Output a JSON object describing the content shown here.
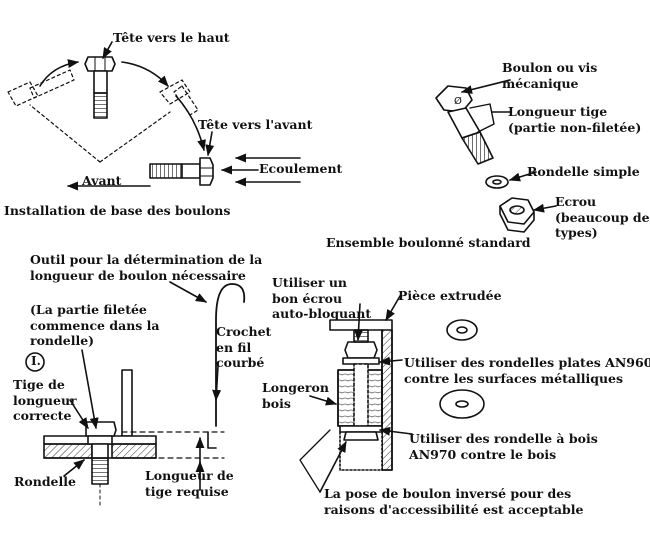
{
  "panel1": {
    "head_up": "Tête vers le haut",
    "head_forward": "Tête vers l'avant",
    "flow": "Ecoulement",
    "forward": "Avant",
    "caption": "Installation de base des boulons"
  },
  "panel2": {
    "bolt_or_screw": "Boulon ou vis\nmécanique",
    "shank_length": "Longueur tige\n(partie non-filetée)",
    "plain_washer": "Rondelle simple",
    "nut": "Ecrou\n(beaucoup de\ntypes)",
    "caption": "Ensemble boulonné standard"
  },
  "panel3": {
    "tool": "Outil pour la détermination de la\nlongueur de boulon nécessaire",
    "thread_note": "(La partie filetée\ncommence dans la\nrondelle)",
    "roman_i": "I.",
    "correct_shank": "Tige de\nlongueur\ncorrecte",
    "washer": "Rondelle",
    "hook": "Crochet\nen fil\ncourbé",
    "required_length": "Longueur de\ntige requise"
  },
  "panel4": {
    "locknut": "Utiliser un\nbon écrou\nauto-bloquant",
    "extrusion": "Pièce extrudée",
    "spar": "Longeron\nbois",
    "flat_washers": "Utiliser des rondelles plates AN960\ncontre les surfaces métalliques",
    "wood_washers": "Utiliser des rondelle à bois\nAN970 contre le bois",
    "inverted_note": "La pose de boulon inversé pour des\nraisons d'accessibilité est acceptable"
  }
}
